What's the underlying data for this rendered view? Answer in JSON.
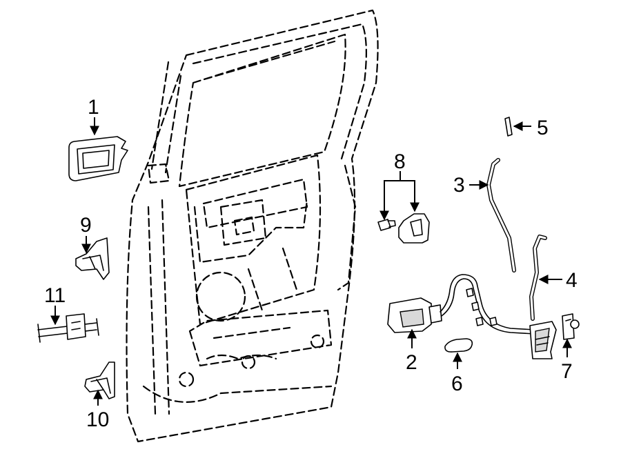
{
  "callouts": {
    "c1": "1",
    "c2": "2",
    "c3": "3",
    "c4": "4",
    "c5": "5",
    "c6": "6",
    "c7": "7",
    "c8": "8",
    "c9": "9",
    "c10": "10",
    "c11": "11"
  },
  "colors": {
    "line": "#000000",
    "background": "#ffffff",
    "shade": "#d9d9d9"
  }
}
